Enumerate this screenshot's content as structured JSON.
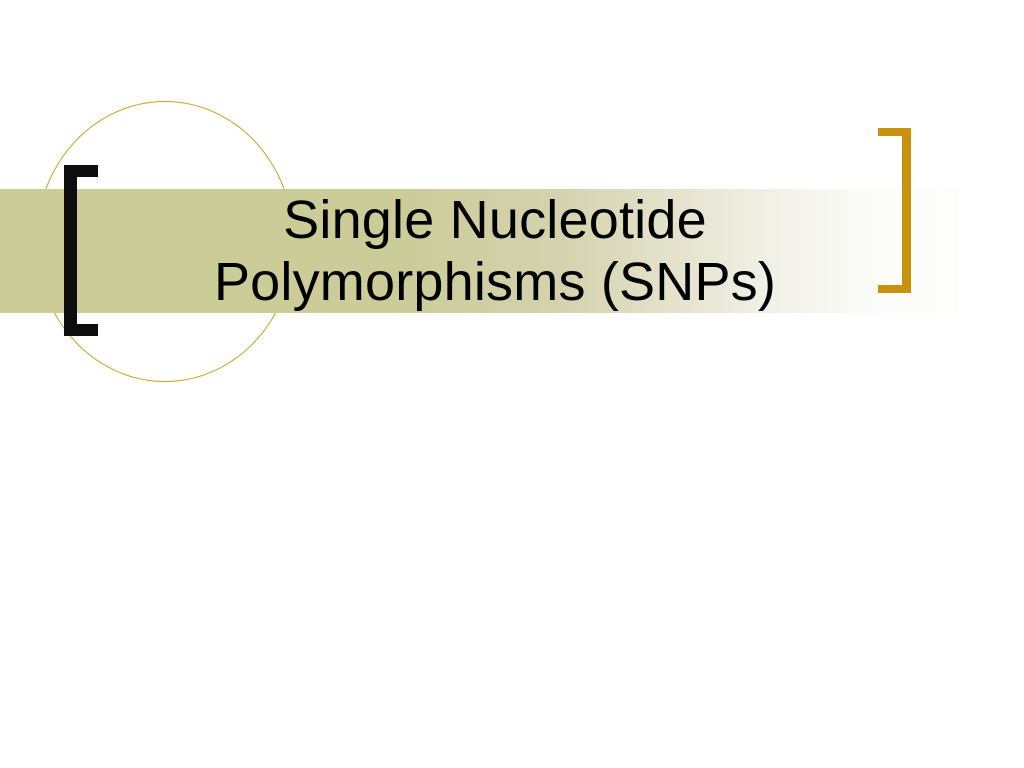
{
  "slide": {
    "type": "presentation-title-slide",
    "background_color": "#ffffff",
    "title": {
      "line1": "Single Nucleotide",
      "line2": "Polymorphisms (SNPs)",
      "full_text": "Single Nucleotide Polymorphisms (SNPs)",
      "color": "#000000",
      "alignment": "center"
    },
    "decorations": {
      "band": {
        "name": "title-gradient-band",
        "color_start": "#cccc99",
        "color_end": "#fdfdfc"
      },
      "circle": {
        "name": "outline-circle",
        "color": "#c8a31e"
      },
      "bracket_left": {
        "name": "left-square-bracket",
        "glyph": "[",
        "color": "#0d0d0d"
      },
      "bracket_right": {
        "name": "right-square-bracket",
        "glyph": "]",
        "color": "#c8920c"
      }
    }
  }
}
